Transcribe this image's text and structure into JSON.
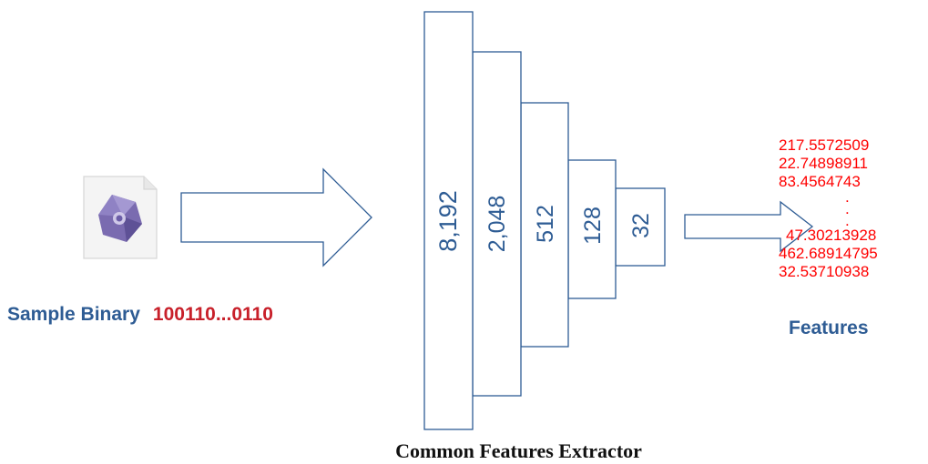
{
  "sample": {
    "label": "Sample Binary",
    "binary": "100110...0110",
    "icon": "binary-file-icon"
  },
  "extractor": {
    "title": "Common Features  Extractor",
    "layers": [
      "8,192",
      "2,048",
      "512",
      "128",
      "32"
    ]
  },
  "features": {
    "title": "Features",
    "values_top": [
      "217.5572509",
      "22.74898911",
      "83.4564743"
    ],
    "ellipsis": [
      ".",
      ".",
      "."
    ],
    "values_bottom": [
      "47.30213928",
      "462.68914795",
      "32.53710938"
    ]
  },
  "colors": {
    "label_blue": "#2e5c94",
    "binary_red": "#c8202a",
    "feature_red": "#ff0000",
    "outline_blue": "#2e5c94"
  }
}
